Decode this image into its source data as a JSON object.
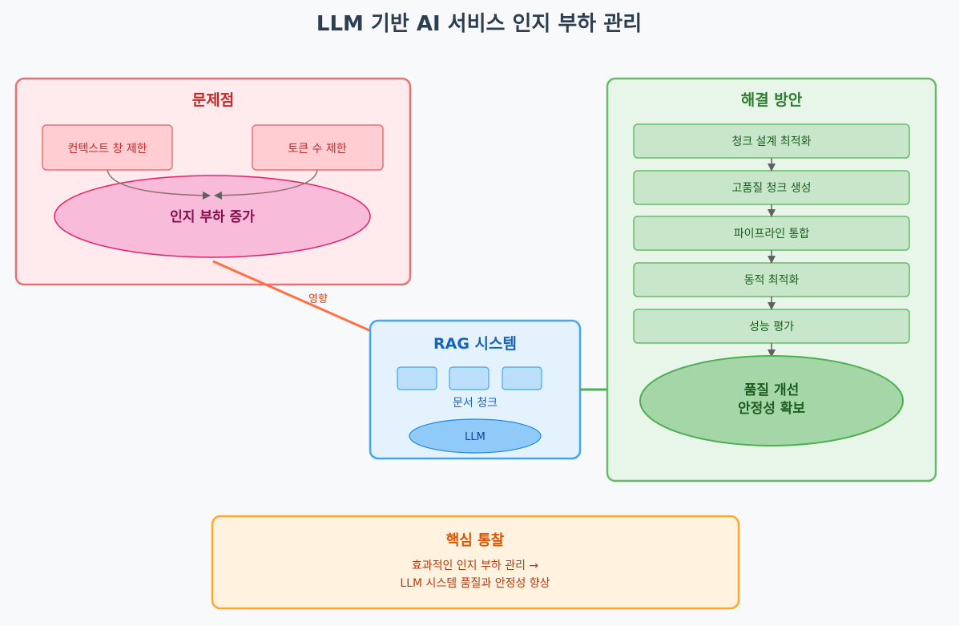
{
  "title": "LLM 기반 AI 서비스 인지 부하 관리",
  "problem": {
    "title": "문제점",
    "context_limit": "컨텍스트 창 제한",
    "token_limit": "토큰 수 제한",
    "cognitive_load": "인지 부하 증가"
  },
  "impact_label": "영향",
  "rag": {
    "title": "RAG 시스템",
    "chunks_label": "문서 청크",
    "llm_label": "LLM"
  },
  "solution": {
    "title": "해결 방안",
    "steps": [
      "청크 설계 최적화",
      "고품질 청크 생성",
      "파이프라인 통합",
      "동적 최적화",
      "성능 평가"
    ],
    "result_line1": "품질 개선",
    "result_line2": "안정성 확보"
  },
  "insight": {
    "title": "핵심 통찰",
    "line1": "효과적인 인지 부하 관리 →",
    "line2": "LLM 시스템 품질과 안정성 향상"
  },
  "colors": {
    "problem_border": "#e57373",
    "problem_bg": "#ffebee",
    "problem_title": "#c62828",
    "rag_border": "#42a5f5",
    "rag_bg": "#e3f2fd",
    "rag_title": "#1565c0",
    "solution_border": "#66bb6a",
    "solution_bg": "#e8f5e9",
    "solution_title": "#2e7d32",
    "insight_border": "#ffa726",
    "insight_bg": "#fff3e0",
    "insight_title": "#e65100",
    "impact_arrow": "#ff7043",
    "arrow_head": "#616161"
  }
}
